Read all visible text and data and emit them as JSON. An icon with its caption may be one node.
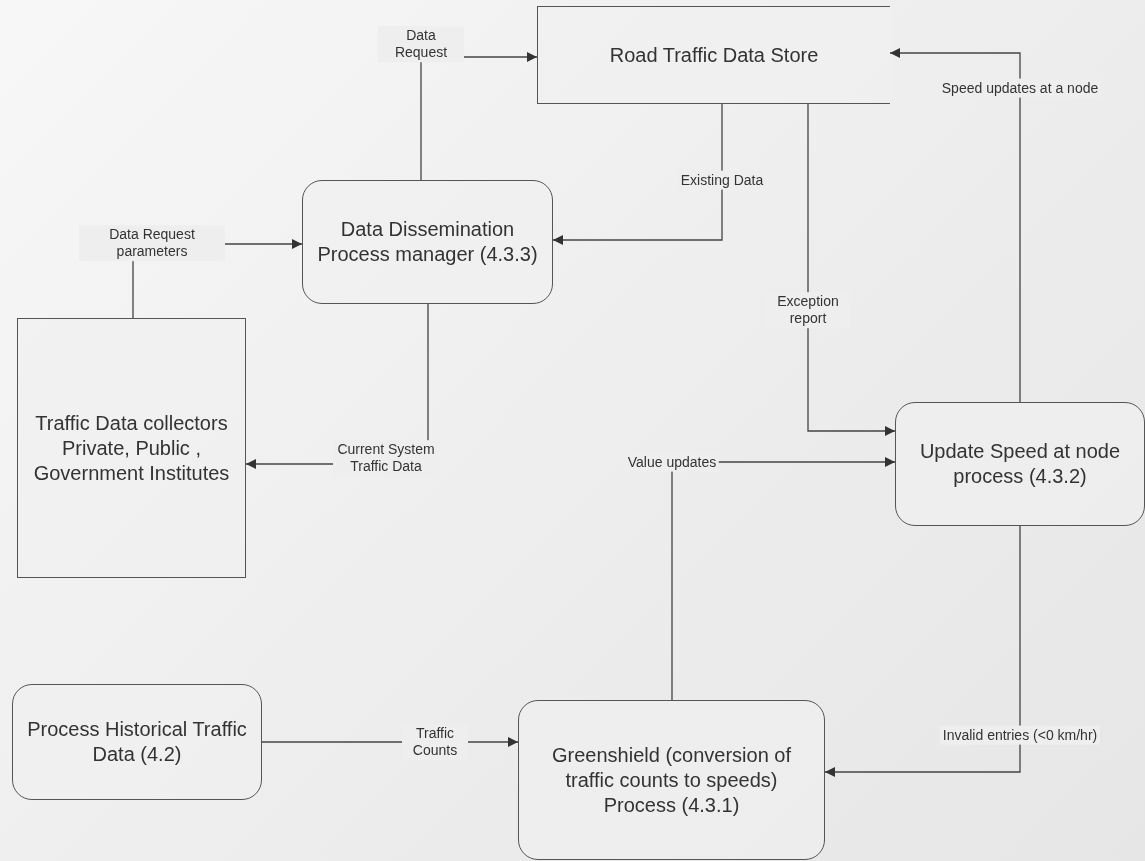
{
  "diagram": {
    "nodes": [
      {
        "text": [
          "Road Traffic Data Store"
        ]
      },
      {
        "text": [
          "Data Dissemination Process manager (4.3.3)"
        ]
      },
      {
        "text": [
          "Traffic Data collectors Private, Public , Government Institutes"
        ]
      },
      {
        "text": [
          "Update Speed at node process (4.3.2)"
        ]
      },
      {
        "text": [
          "Process Historical Traffic Data (4.2)"
        ]
      },
      {
        "text": [
          "Greenshield (conversion of traffic counts to speeds) Process (4.3.1)"
        ]
      }
    ],
    "edges": [
      {
        "from": 1,
        "to": 0,
        "arrow": "to",
        "label": "Data Request"
      },
      {
        "from": 0,
        "to": 1,
        "arrow": "to",
        "label": "Existing Data"
      },
      {
        "from": 2,
        "to": 1,
        "arrow": "to",
        "label": "Data Request parameters"
      },
      {
        "from": 1,
        "to": 2,
        "arrow": "to",
        "label": "Current System Traffic Data"
      },
      {
        "from": 0,
        "to": 3,
        "arrow": "to",
        "label": "Exception report"
      },
      {
        "from": 5,
        "to": 3,
        "arrow": "to",
        "label": "Value updates"
      },
      {
        "from": 3,
        "to": 0,
        "arrow": "to",
        "label": "Speed updates at a node"
      },
      {
        "from": 3,
        "to": 5,
        "arrow": "to",
        "label": "Invalid entries (<0 km/hr)"
      },
      {
        "from": 4,
        "to": 5,
        "arrow": "to",
        "label": "Traffic Counts"
      }
    ]
  }
}
